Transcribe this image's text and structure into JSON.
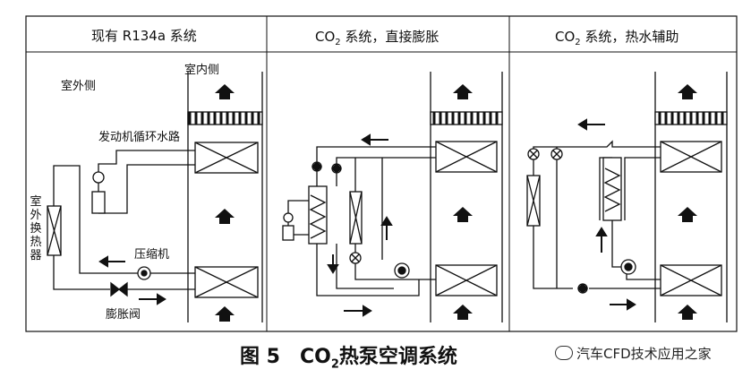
{
  "panels": {
    "r134a": {
      "title": "现有 R134a 系统",
      "outdoor_side": "室外侧",
      "indoor_side": "室内侧",
      "engine_loop": "发动机循环水路",
      "outdoor_hx": "室外换热器",
      "compressor": "压缩机",
      "expansion_valve": "膨胀阀"
    },
    "co2_direct": {
      "title_prefix": "CO",
      "title_sub": "2",
      "title_suffix": " 系统，直接膨胀"
    },
    "co2_hotwater": {
      "title_prefix": "CO",
      "title_sub": "2",
      "title_suffix": " 系统，热水辅助"
    }
  },
  "caption": {
    "prefix": "图 5　CO",
    "sub": "2",
    "suffix": "热泵空调系统"
  },
  "watermark": "汽车CFD技术应用之家"
}
